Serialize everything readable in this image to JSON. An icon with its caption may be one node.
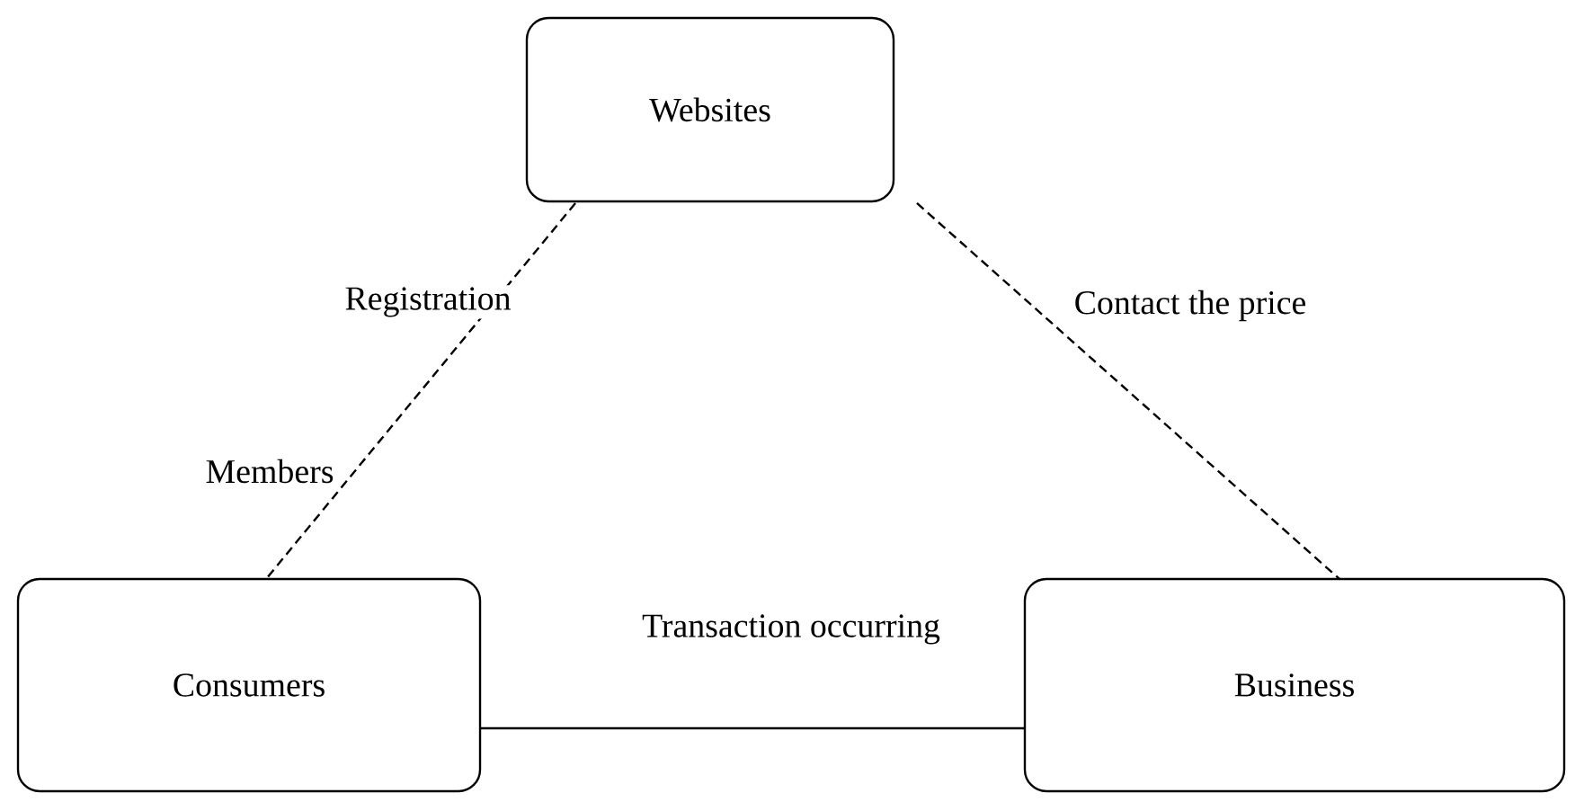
{
  "diagram": {
    "nodes": [
      {
        "text": [
          "Websites"
        ]
      },
      {
        "text": [
          "Consumers"
        ]
      },
      {
        "text": [
          "Business"
        ]
      }
    ],
    "edges": [
      {
        "from": 0,
        "to": 1,
        "arrow": "none",
        "style": "dashed",
        "label": "Registration"
      },
      {
        "from": 0,
        "to": 2,
        "arrow": "none",
        "style": "dashed",
        "label": "Contact the price"
      },
      {
        "from": 1,
        "to": 2,
        "arrow": "none",
        "label": "Transaction occurring"
      }
    ],
    "labels": [
      "Members"
    ]
  }
}
